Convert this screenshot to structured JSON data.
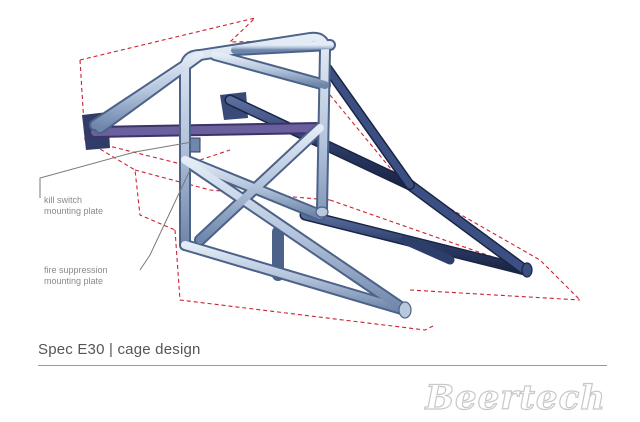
{
  "callouts": {
    "kill_switch": {
      "line1": "kill switch",
      "line2": "mounting plate"
    },
    "fire_suppression": {
      "line1": "fire suppression",
      "line2": "mounting plate"
    }
  },
  "caption": "Spec E30 | cage design",
  "brand": "Beertech",
  "colors": {
    "tube_light": "#b9c8dd",
    "tube_mid": "#6f87ab",
    "tube_dark": "#2e3e6a",
    "tube_purple": "#6b5f9e",
    "outline_dashed": "#cc2233",
    "callout_line": "#7a7a7a"
  }
}
